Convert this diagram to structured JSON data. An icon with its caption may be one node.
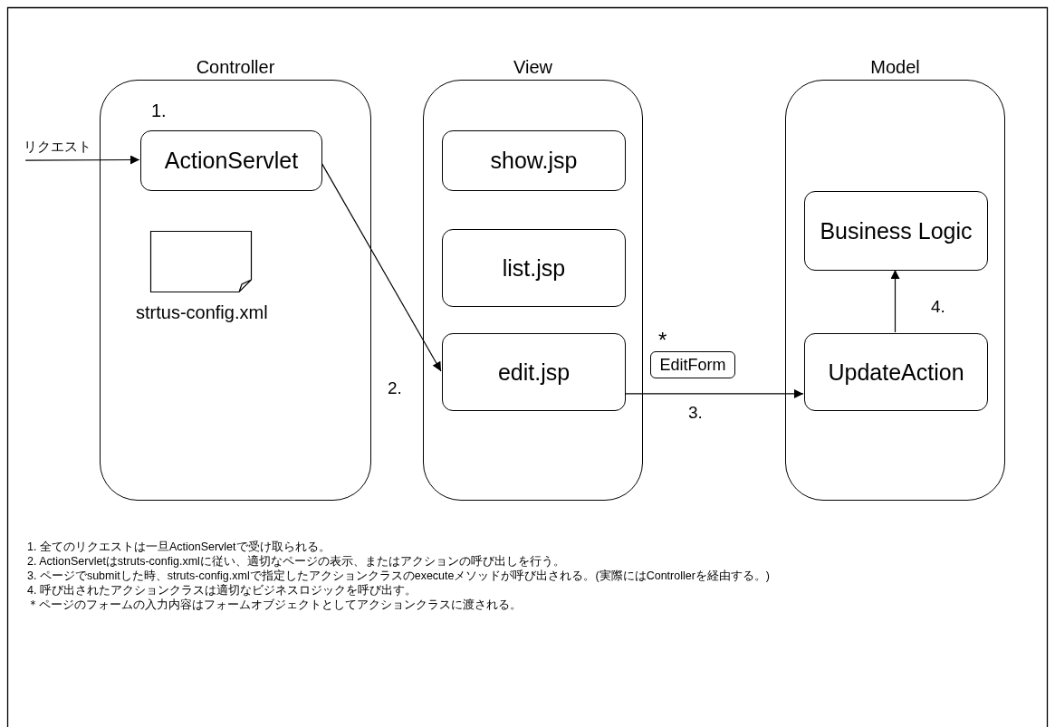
{
  "diagram": {
    "nodes": [
      {
        "text": [
          "Controller"
        ]
      },
      {
        "text": [
          "ActionServlet"
        ],
        "in": 0,
        "beside": [
          "1."
        ]
      },
      {
        "text": [],
        "shape": "document",
        "in": 0,
        "beside": [
          "strtus-config.xml"
        ]
      },
      {
        "text": [
          "View"
        ]
      },
      {
        "text": [
          "show.jsp"
        ],
        "in": 3
      },
      {
        "text": [
          "list.jsp"
        ],
        "in": 3
      },
      {
        "text": [
          "edit.jsp"
        ],
        "in": 3
      },
      {
        "text": [
          "Model"
        ]
      },
      {
        "text": [
          "Business Logic"
        ],
        "in": 7
      },
      {
        "text": [
          "UpdateAction"
        ],
        "in": 7
      },
      {
        "text": [
          "EditForm"
        ],
        "beside": [
          "*"
        ]
      },
      {
        "text": [
          "リクエスト"
        ]
      }
    ],
    "edges": [
      {
        "from": 11,
        "to": 1,
        "arrow": "to"
      },
      {
        "from": 1,
        "to": 6,
        "arrow": "to",
        "label": "2."
      },
      {
        "from": 6,
        "to": 9,
        "arrow": "to",
        "label": "3."
      },
      {
        "from": 9,
        "to": 8,
        "arrow": "to",
        "label": "4."
      }
    ],
    "labels": [
      "1. 全てのリクエストは一旦ActionServletで受け取られる。",
      "2. ActionServletはstruts-config.xmlに従い、適切なページの表示、またはアクションの呼び出しを行う。",
      "3. ページでsubmitした時、struts-config.xmlで指定したアクションクラスのexecuteメソッドが呼び出される。(実際にはControllerを経由する。)",
      "4. 呼び出されたアクションクラスは適切なビジネスロジックを呼び出す。",
      "＊ページのフォームの入力内容はフォームオブジェクトとしてアクションクラスに渡される。"
    ]
  }
}
